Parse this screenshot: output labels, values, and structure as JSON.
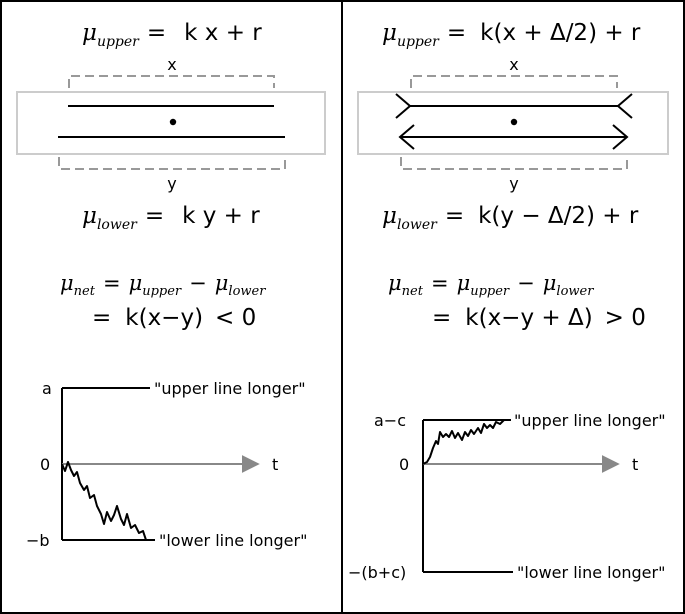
{
  "left": {
    "upper_lhs": "μ",
    "upper_sub": "upper",
    "eq": "=",
    "upper_rhs": "k x + r",
    "label_x": "x",
    "label_y": "y",
    "lower_lhs": "μ",
    "lower_sub": "lower",
    "lower_rhs": "k y + r",
    "net_mu": "μ",
    "net_sub": "net",
    "net_minus": "−",
    "net_rhs": "k(x−y)",
    "net_ineq": "< 0",
    "graph": {
      "top_label": "a",
      "zero_label": "0",
      "bottom_label": "−b",
      "t_label": "t",
      "upper_resp": "\"upper line longer\"",
      "lower_resp": "\"lower line longer\""
    }
  },
  "right": {
    "upper_lhs": "μ",
    "upper_sub": "upper",
    "eq": "=",
    "upper_rhs": "k(x + Δ/2) + r",
    "label_x": "x",
    "label_y": "y",
    "lower_lhs": "μ",
    "lower_sub": "lower",
    "lower_rhs": "k(y − Δ/2) + r",
    "net_mu": "μ",
    "net_sub": "net",
    "net_minus": "−",
    "net_rhs": "k(x−y + Δ)",
    "net_ineq": "> 0",
    "graph": {
      "top_label": "a−c",
      "zero_label": "0",
      "bottom_label": "−(b+c)",
      "t_label": "t",
      "upper_resp": "\"upper line longer\"",
      "lower_resp": "\"lower line longer\""
    }
  },
  "colors": {
    "ink": "#000000",
    "grey": "#999999",
    "light": "#cccccc",
    "axis": "#888888"
  }
}
